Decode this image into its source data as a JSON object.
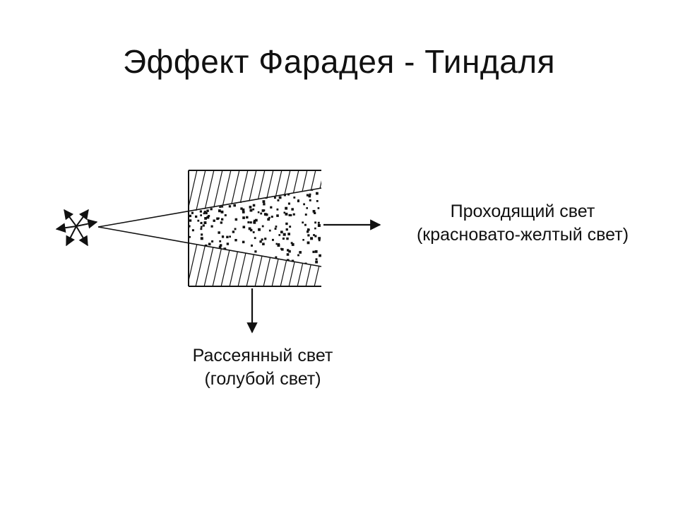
{
  "title": "Эффект Фарадея - Тиндаля",
  "transmitted_light": {
    "line1": "Проходящий свет",
    "line2": "(красновато-желтый свет)"
  },
  "scattered_light": {
    "line1": "Рассеянный свет",
    "line2": "(голубой свет)"
  },
  "colors": {
    "ink": "#111111",
    "background": "#ffffff"
  }
}
